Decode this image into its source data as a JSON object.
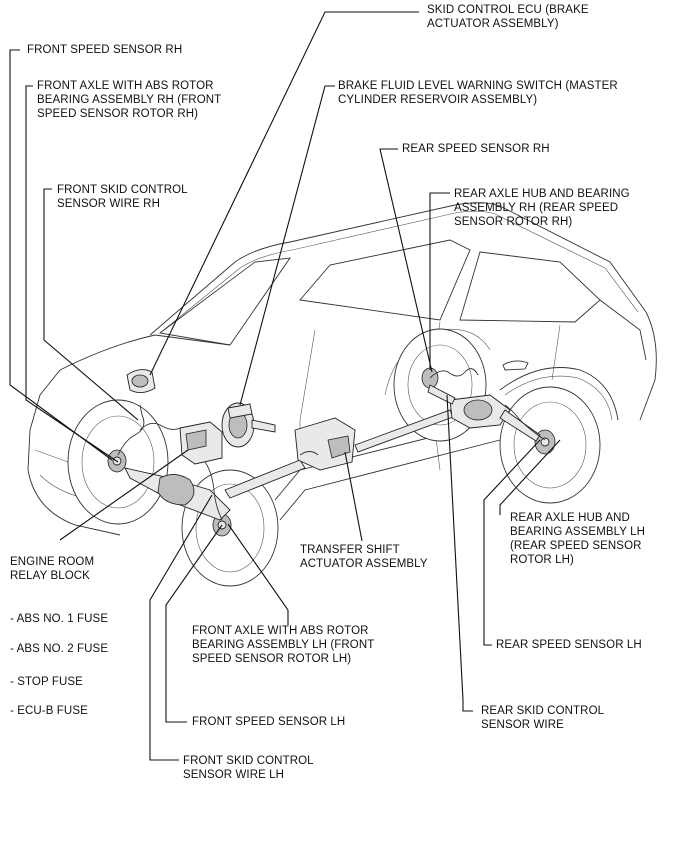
{
  "labels": {
    "skid_control_ecu": "SKID CONTROL ECU (BRAKE\nACTUATOR ASSEMBLY)",
    "front_speed_sensor_rh": "FRONT SPEED SENSOR RH",
    "front_axle_rh": "FRONT AXLE WITH ABS ROTOR\nBEARING ASSEMBLY RH (FRONT\nSPEED SENSOR ROTOR RH)",
    "brake_fluid_switch": "BRAKE FLUID LEVEL WARNING SWITCH (MASTER\nCYLINDER RESERVOIR ASSEMBLY)",
    "rear_speed_sensor_rh": "REAR SPEED SENSOR RH",
    "front_skid_wire_rh": "FRONT SKID CONTROL\nSENSOR WIRE RH",
    "rear_axle_hub_rh": "REAR AXLE HUB AND BEARING\nASSEMBLY RH (REAR SPEED\nSENSOR ROTOR RH)",
    "rear_axle_hub_lh": "REAR AXLE HUB AND\nBEARING ASSEMBLY LH\n(REAR SPEED SENSOR\nROTOR LH)",
    "engine_room_relay": "ENGINE ROOM\nRELAY BLOCK",
    "transfer_shift": "TRANSFER SHIFT\nACTUATOR ASSEMBLY",
    "fuse_abs1": "- ABS NO. 1 FUSE",
    "fuse_abs2": "- ABS NO. 2 FUSE",
    "fuse_stop": "- STOP FUSE",
    "fuse_ecub": "- ECU-B FUSE",
    "front_axle_lh": "FRONT AXLE WITH ABS ROTOR\nBEARING ASSEMBLY LH (FRONT\nSPEED SENSOR ROTOR LH)",
    "rear_speed_sensor_lh": "REAR SPEED SENSOR LH",
    "rear_skid_wire": "REAR SKID CONTROL\nSENSOR WIRE",
    "front_speed_sensor_lh": "FRONT SPEED SENSOR LH",
    "front_skid_wire_lh": "FRONT SKID CONTROL\nSENSOR WIRE LH"
  }
}
